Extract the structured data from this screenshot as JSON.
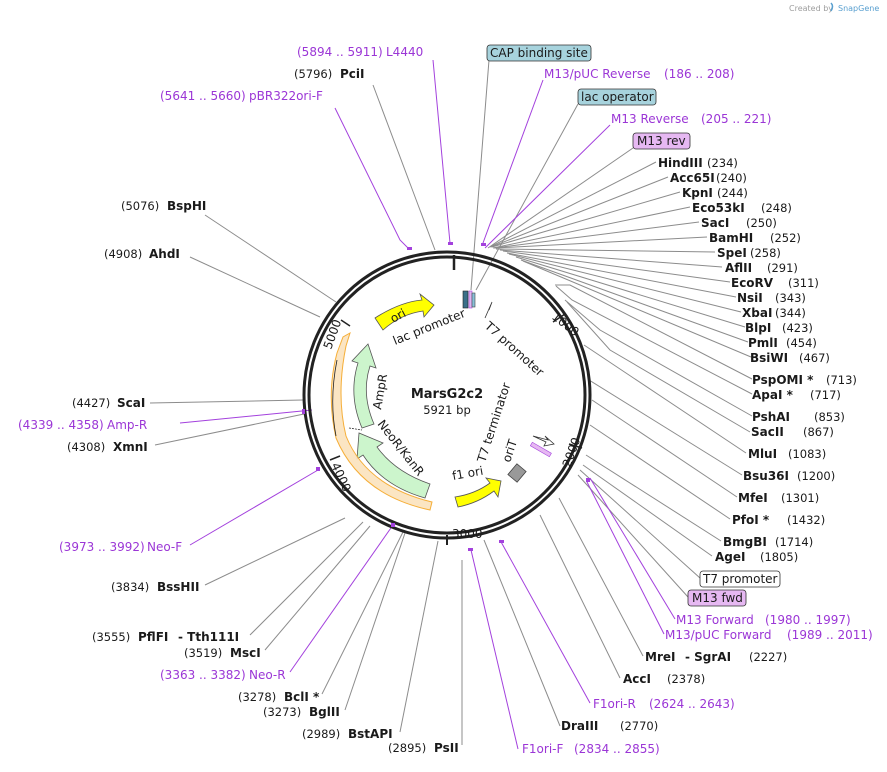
{
  "credit": {
    "prefix": "Created by",
    "brand": "SnapGene"
  },
  "plasmid": {
    "name": "MarsG2c2",
    "length_label": "5921 bp"
  },
  "ticks": [
    "1000",
    "2000",
    "3000",
    "4000",
    "5000"
  ],
  "features": {
    "ori": "ori",
    "lac_promoter": "lac promoter",
    "t7_promoter": "T7 promoter",
    "t7_terminator": "T7 terminator",
    "orit": "oriT",
    "f1_ori": "f1 ori",
    "ampr": "AmpR",
    "neor": "NeoR/KanR"
  },
  "top_labels": {
    "l4440_pos": "(5894 .. 5911)",
    "l4440_name": "L4440",
    "pcii_pos": "(5796)",
    "pcii_name": "PciI",
    "pbr_pos": "(5641 .. 5660)",
    "pbr_name": "pBR322ori-F",
    "cap": "CAP binding site",
    "m13puc_rev_name": "M13/pUC Reverse",
    "m13puc_rev_pos": "(186 .. 208)",
    "lac_operator": "lac operator",
    "m13_rev_name": "M13 Reverse",
    "m13_rev_pos": "(205 .. 221)",
    "m13_rev_box": "M13 rev"
  },
  "right_sites": [
    {
      "name": "HindIII",
      "pos": "(234)"
    },
    {
      "name": "Acc65I",
      "pos": "(240)"
    },
    {
      "name": "KpnI",
      "pos": "(244)"
    },
    {
      "name": "Eco53kI",
      "pos": "(248)"
    },
    {
      "name": "SacI",
      "pos": "(250)"
    },
    {
      "name": "BamHI",
      "pos": "(252)"
    },
    {
      "name": "SpeI",
      "pos": "(258)"
    },
    {
      "name": "AflII",
      "pos": "(291)"
    },
    {
      "name": "EcoRV",
      "pos": "(311)"
    },
    {
      "name": "NsiI",
      "pos": "(343)"
    },
    {
      "name": "XbaI",
      "pos": "(344)"
    },
    {
      "name": "BlpI",
      "pos": "(423)"
    },
    {
      "name": "PmlI",
      "pos": "(454)"
    },
    {
      "name": "BsiWI",
      "pos": "(467)"
    },
    {
      "name": "PspOMI *",
      "pos": "(713)"
    },
    {
      "name": "ApaI *",
      "pos": "(717)"
    },
    {
      "name": "PshAI",
      "pos": "(853)"
    },
    {
      "name": "SacII",
      "pos": "(867)"
    },
    {
      "name": "MluI",
      "pos": "(1083)"
    },
    {
      "name": "Bsu36I",
      "pos": "(1200)"
    },
    {
      "name": "MfeI",
      "pos": "(1301)"
    },
    {
      "name": "PfoI *",
      "pos": "(1432)"
    },
    {
      "name": "BmgBI",
      "pos": "(1714)"
    },
    {
      "name": "AgeI",
      "pos": "(1805)"
    }
  ],
  "right_lower": {
    "t7_promoter_box": "T7 promoter",
    "m13_fwd_box": "M13 fwd",
    "m13_forward_name": "M13 Forward",
    "m13_forward_pos": "(1980 .. 1997)",
    "m13puc_fwd_name": "M13/pUC Forward",
    "m13puc_fwd_pos": "(1989 .. 2011)",
    "mrei_pos": "(2227)",
    "mrei_name": "MreI",
    "sgrai_name": "- SgrAI",
    "acci_name": "AccI",
    "acci_pos": "(2378)",
    "f1orir_name": "F1ori-R",
    "f1orir_pos": "(2624 .. 2643)",
    "draiii_name": "DraIII",
    "draiii_pos": "(2770)",
    "f1orif_name": "F1ori-F",
    "f1orif_pos": "(2834 .. 2855)"
  },
  "left_labels": {
    "bsphi_pos": "(5076)",
    "bsphi_name": "BspHI",
    "ahdi_pos": "(4908)",
    "ahdi_name": "AhdI",
    "scai_pos": "(4427)",
    "scai_name": "ScaI",
    "ampr_primer_pos": "(4339 .. 4358)",
    "ampr_primer_name": "Amp-R",
    "xmni_pos": "(4308)",
    "xmni_name": "XmnI",
    "neof_pos": "(3973 .. 3992)",
    "neof_name": "Neo-F",
    "bsshii_pos": "(3834)",
    "bsshii_name": "BssHII",
    "pflfi_pos": "(3555)",
    "pflfi_name": "PflFI",
    "tth_name": "- Tth111I",
    "msci_pos": "(3519)",
    "msci_name": "MscI",
    "neor_primer_pos": "(3363 .. 3382)",
    "neor_primer_name": "Neo-R",
    "bcli_pos": "(3278)",
    "bcli_name": "BclI *",
    "bglii_pos": "(3273)",
    "bglii_name": "BglII",
    "bstapi_pos": "(2989)",
    "bstapi_name": "BstAPI",
    "psti_pos": "(2895)",
    "psti_name": "PsII"
  },
  "colors": {
    "backbone": "#222222",
    "ori": "#ffff00",
    "resistance": "#ccf5cc",
    "resistance_border": "#f5a623",
    "primer": "#9b36d6",
    "cap_box": "#a7d3dd",
    "primer_box": "#e6b8f2",
    "orit": "#999999"
  }
}
